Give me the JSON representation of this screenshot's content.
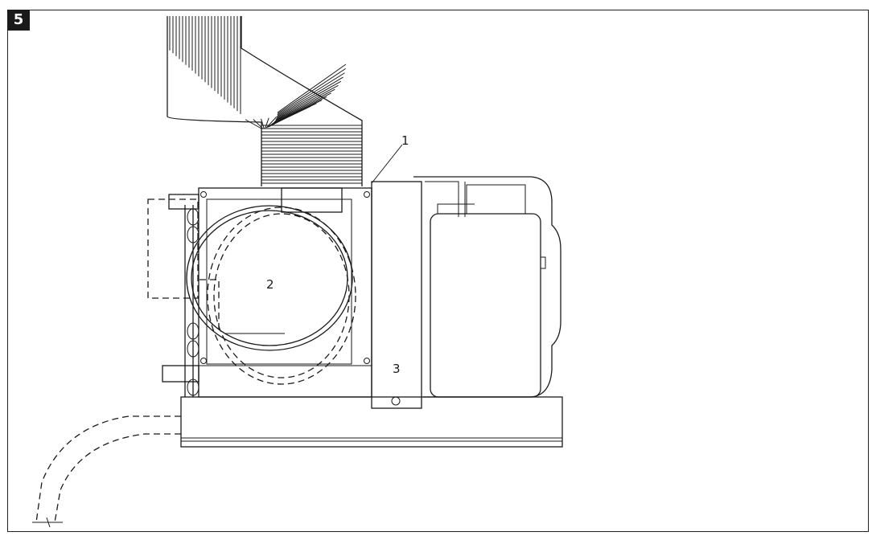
{
  "figure": {
    "number": "5",
    "callouts": {
      "c1": "1",
      "c2": "2",
      "c3": "3"
    }
  }
}
